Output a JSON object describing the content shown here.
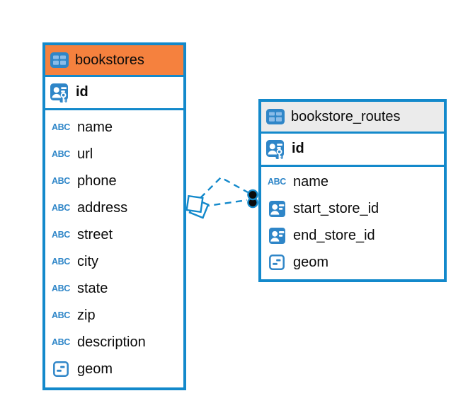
{
  "app": {
    "view": "er-diagram"
  },
  "colors": {
    "accent_blue": "#1389CB",
    "icon_blue": "#2F86C8",
    "icon_blue_light": "#8BBCE8",
    "bookstores_header": "#F5813E",
    "routes_header": "#EBEBEB",
    "text": "#0B0B0B",
    "dot_fill": "#0A0A0A",
    "canvas_bg": "#FFFFFF"
  },
  "icons": {
    "text_type_glyph": "ABC"
  },
  "tables": [
    {
      "name": "bookstores",
      "primary_key": {
        "label": "id",
        "type": "primary-key"
      },
      "columns": [
        {
          "label": "name",
          "type": "text"
        },
        {
          "label": "url",
          "type": "text"
        },
        {
          "label": "phone",
          "type": "text"
        },
        {
          "label": "address",
          "type": "text"
        },
        {
          "label": "street",
          "type": "text"
        },
        {
          "label": "city",
          "type": "text"
        },
        {
          "label": "state",
          "type": "text"
        },
        {
          "label": "zip",
          "type": "text"
        },
        {
          "label": "description",
          "type": "text"
        },
        {
          "label": "geom",
          "type": "geometry"
        }
      ]
    },
    {
      "name": "bookstore_routes",
      "primary_key": {
        "label": "id",
        "type": "primary-key"
      },
      "columns": [
        {
          "label": "name",
          "type": "text"
        },
        {
          "label": "start_store_id",
          "type": "foreign-key"
        },
        {
          "label": "end_store_id",
          "type": "foreign-key"
        },
        {
          "label": "geom",
          "type": "geometry"
        }
      ]
    }
  ],
  "relationships": [
    {
      "from_table": "bookstores",
      "to_table": "bookstore_routes",
      "style": "dashed"
    },
    {
      "from_table": "bookstores",
      "to_table": "bookstore_routes",
      "style": "dashed"
    }
  ]
}
